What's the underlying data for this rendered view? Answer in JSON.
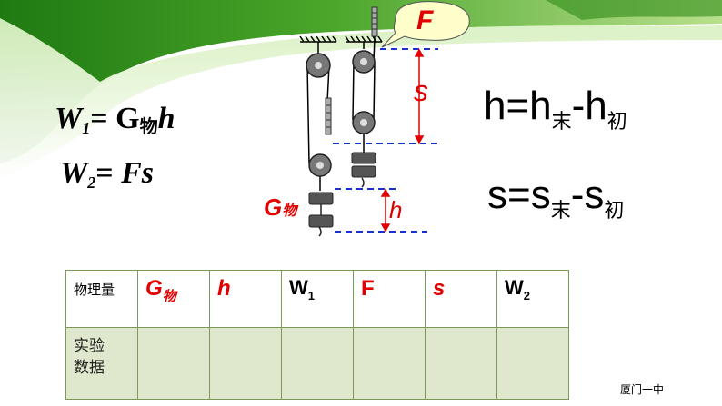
{
  "formulas": {
    "w1": {
      "lhs": "W",
      "sub": "1",
      "eq": "= G",
      "sub_zh": "物",
      "rhs": "h"
    },
    "w2": {
      "lhs": "W",
      "sub": "2",
      "eq": "= ",
      "rhs": "Fs"
    }
  },
  "equations": {
    "h": {
      "lhs": "h=h",
      "sub1": "末",
      "mid": "-h",
      "sub2": "初"
    },
    "s": {
      "lhs": "s=s",
      "sub1": "末",
      "mid": "-s",
      "sub2": "初"
    }
  },
  "diagram_labels": {
    "F": "F",
    "s": "s",
    "h": "h",
    "G": "G",
    "G_sub": "物"
  },
  "table": {
    "header_first": "物理量",
    "headers": [
      {
        "main": "G",
        "sub": "物",
        "color": "#e00000"
      },
      {
        "main": "h",
        "sub": "",
        "color": "#e00000"
      },
      {
        "main": "W",
        "sub": "1",
        "color": "#000000"
      },
      {
        "main": "F",
        "sub": "",
        "color": "#e00000"
      },
      {
        "main": "s",
        "sub": "",
        "color": "#e00000"
      },
      {
        "main": "W",
        "sub": "2",
        "color": "#000000"
      }
    ],
    "row_label": "实验\n数据"
  },
  "footer": "厦门一中",
  "colors": {
    "accent_red": "#e00000",
    "green": "#3f8f1d",
    "table_fill": "#dfe8cc",
    "dash_blue": "#1a2fd0"
  }
}
